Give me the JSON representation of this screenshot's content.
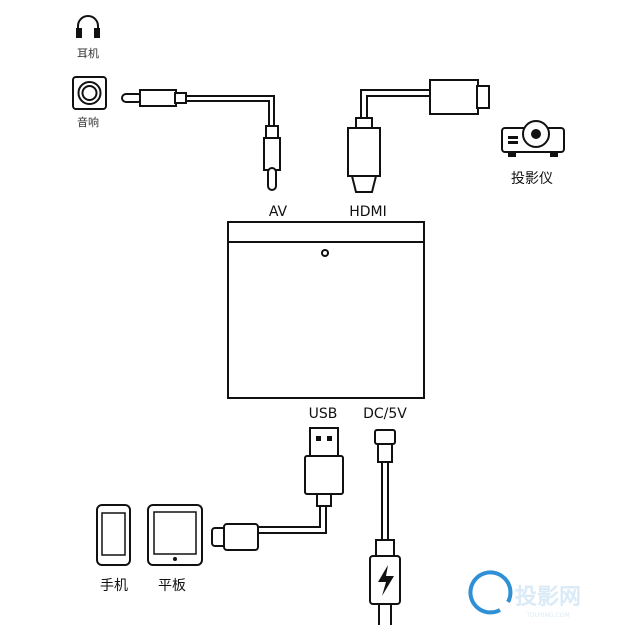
{
  "labels": {
    "headphones": "耳机",
    "speaker": "音响",
    "projector": "投影仪",
    "av": "AV",
    "hdmi": "HDMI",
    "usb": "USB",
    "dc": "DC/5V",
    "phone": "手机",
    "tablet": "平板"
  },
  "watermark": {
    "text": "投影网",
    "sub": "TOUYING.COM",
    "color": "#1a84d0"
  }
}
